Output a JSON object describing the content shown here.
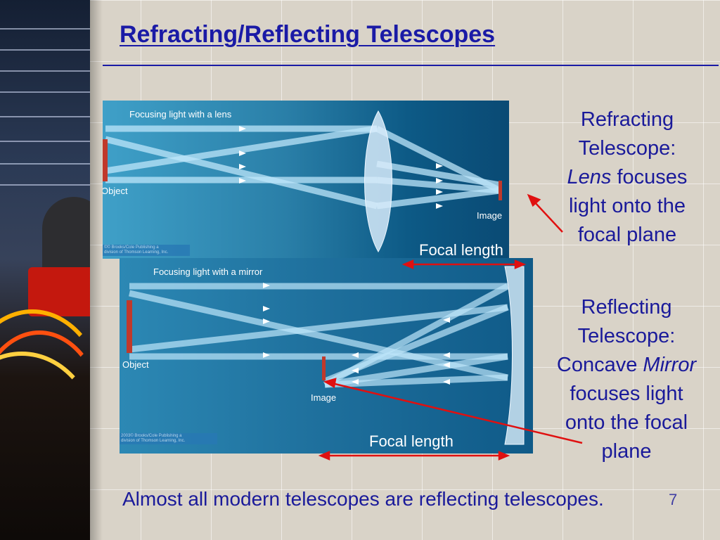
{
  "slide": {
    "title": "Refracting/Reflecting Telescopes",
    "slide_number": "7"
  },
  "lens_diagram": {
    "heading": "Focusing light with a lens",
    "object_label": "Object",
    "image_label": "Image",
    "credit_line1": "©© Brooks/Cole Publishing a",
    "credit_line2": "division of Thomson Learning, Inc."
  },
  "mirror_diagram": {
    "heading": "Focusing light with a mirror",
    "object_label": "Object",
    "image_label": "Image",
    "credit_line1": "2003© Brooks/Cole Publishing a",
    "credit_line2": "division of Thomson Learning, Inc."
  },
  "refracting": {
    "line1": "Refracting",
    "line2": "Telescope:",
    "lens_word": "Lens",
    "line3_rest": " focuses",
    "line4": "light onto the",
    "line5": "focal plane"
  },
  "reflecting": {
    "line1": "Reflecting",
    "line2": "Telescope:",
    "line3_start": "Concave ",
    "mirror_word": "Mirror",
    "line4": "focuses light",
    "line5": "onto the focal",
    "line6": "plane"
  },
  "focal_length_top": "Focal length",
  "focal_length_bottom": "Focal length",
  "footer": "Almost all modern telescopes are reflecting telescopes.",
  "colors": {
    "title_blue": "#1a1aa6",
    "text_blue": "#1a1a9a",
    "arrow_red": "#e01010",
    "candle_red": "#c0392b"
  }
}
